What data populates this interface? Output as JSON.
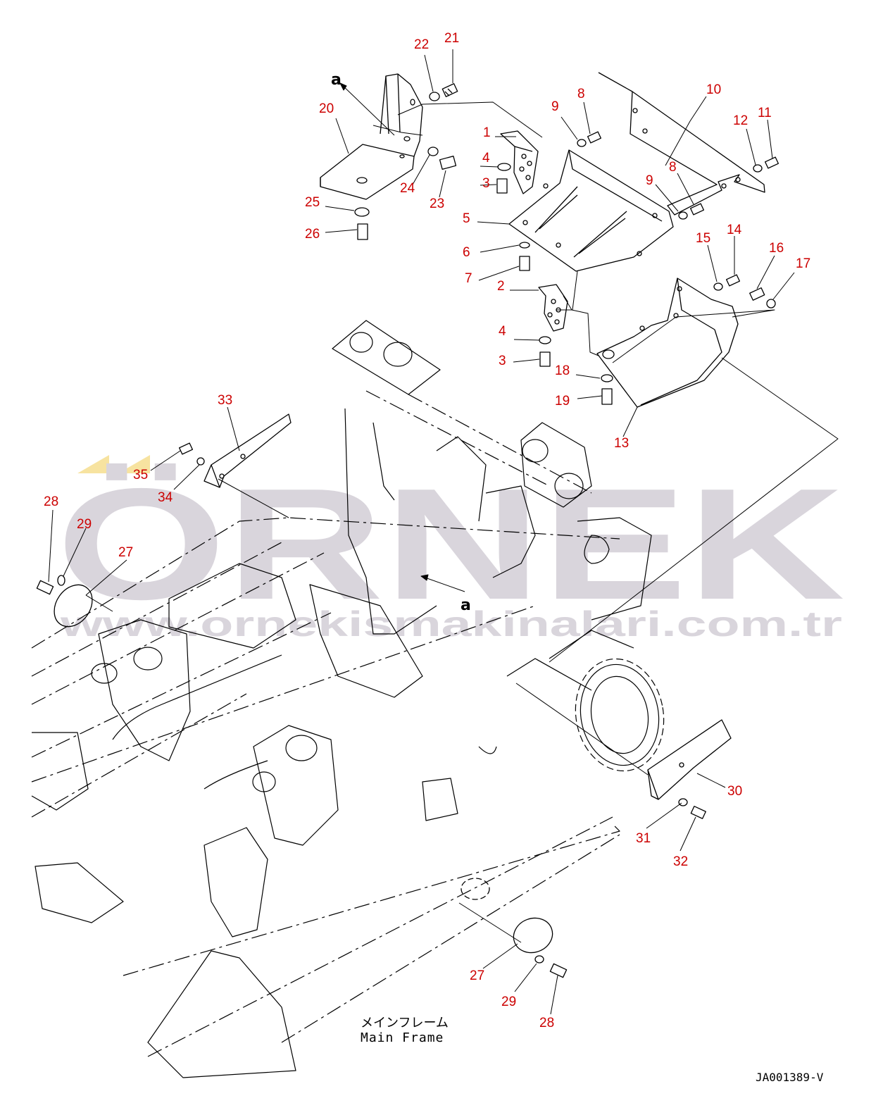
{
  "watermark": {
    "brand": "ÖRNEK",
    "url": "www.ornekismakinalari.com.tr",
    "color_hex": "#d9d5dc",
    "accent_hex": "#f7e3a0"
  },
  "frame": {
    "title_jp": "メインフレーム",
    "title_en": "Main Frame"
  },
  "drawing_code": "JA001389-V",
  "reference_letter": "a",
  "label_color": "#cc0000",
  "callouts": [
    {
      "id": "c21",
      "text": "21"
    },
    {
      "id": "c22",
      "text": "22"
    },
    {
      "id": "c20",
      "text": "20"
    },
    {
      "id": "c1",
      "text": "1"
    },
    {
      "id": "c4a",
      "text": "4"
    },
    {
      "id": "c3a",
      "text": "3"
    },
    {
      "id": "c24",
      "text": "24"
    },
    {
      "id": "c23",
      "text": "23"
    },
    {
      "id": "c25",
      "text": "25"
    },
    {
      "id": "c26",
      "text": "26"
    },
    {
      "id": "c5",
      "text": "5"
    },
    {
      "id": "c6",
      "text": "6"
    },
    {
      "id": "c7",
      "text": "7"
    },
    {
      "id": "c2",
      "text": "2"
    },
    {
      "id": "c4b",
      "text": "4"
    },
    {
      "id": "c3b",
      "text": "3"
    },
    {
      "id": "c9a",
      "text": "9"
    },
    {
      "id": "c8a",
      "text": "8"
    },
    {
      "id": "c10",
      "text": "10"
    },
    {
      "id": "c12",
      "text": "12"
    },
    {
      "id": "c11",
      "text": "11"
    },
    {
      "id": "c9b",
      "text": "9"
    },
    {
      "id": "c8b",
      "text": "8"
    },
    {
      "id": "c15",
      "text": "15"
    },
    {
      "id": "c14",
      "text": "14"
    },
    {
      "id": "c16",
      "text": "16"
    },
    {
      "id": "c17",
      "text": "17"
    },
    {
      "id": "c18",
      "text": "18"
    },
    {
      "id": "c19",
      "text": "19"
    },
    {
      "id": "c13",
      "text": "13"
    },
    {
      "id": "c33",
      "text": "33"
    },
    {
      "id": "c35",
      "text": "35"
    },
    {
      "id": "c34",
      "text": "34"
    },
    {
      "id": "c28a",
      "text": "28"
    },
    {
      "id": "c29a",
      "text": "29"
    },
    {
      "id": "c27a",
      "text": "27"
    },
    {
      "id": "c30",
      "text": "30"
    },
    {
      "id": "c31",
      "text": "31"
    },
    {
      "id": "c32",
      "text": "32"
    },
    {
      "id": "c27b",
      "text": "27"
    },
    {
      "id": "c29b",
      "text": "29"
    },
    {
      "id": "c28b",
      "text": "28"
    }
  ]
}
